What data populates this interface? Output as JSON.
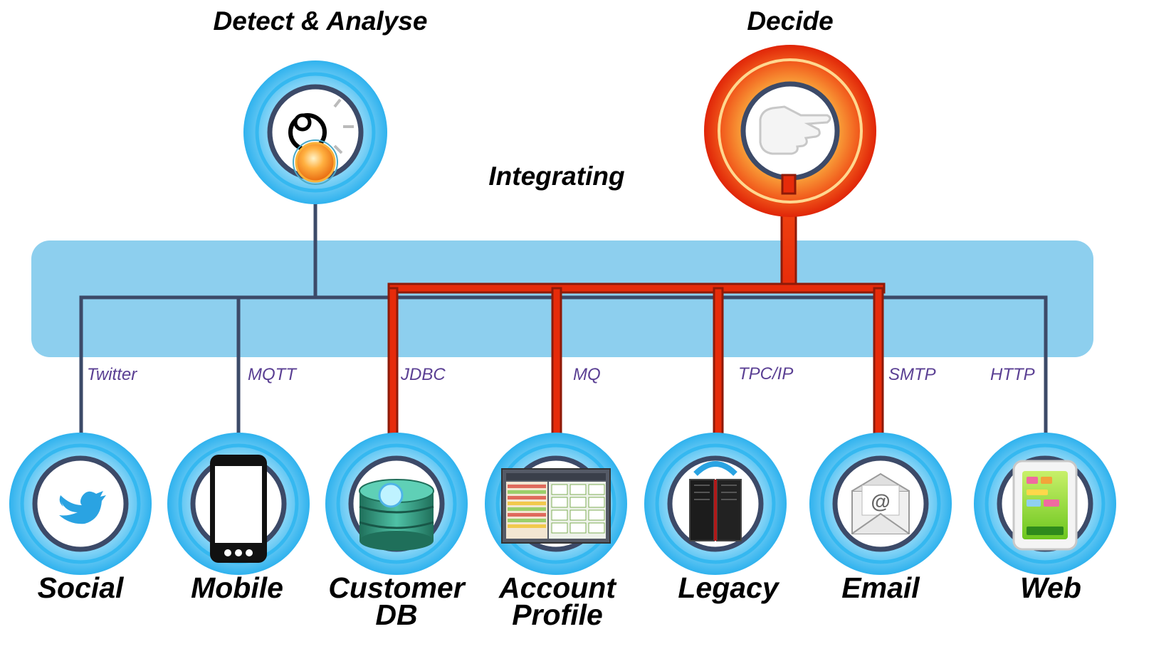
{
  "top_nodes": {
    "detect": {
      "label": "Detect & Analyse",
      "icon": "eye-lightbulb-icon"
    },
    "decide": {
      "label": "Decide",
      "icon": "pointing-hand-icon"
    }
  },
  "bus_label": "Integrating",
  "endpoints": [
    {
      "id": "social",
      "label_lines": [
        "Social"
      ],
      "protocol": "Twitter",
      "icon": "twitter-bird-icon",
      "route": "detect"
    },
    {
      "id": "mobile",
      "label_lines": [
        "Mobile"
      ],
      "protocol": "MQTT",
      "icon": "smartphone-icon",
      "route": "detect"
    },
    {
      "id": "customer-db",
      "label_lines": [
        "Customer",
        "DB"
      ],
      "protocol": "JDBC",
      "icon": "database-icon",
      "route": "decide"
    },
    {
      "id": "account-profile",
      "label_lines": [
        "Account",
        "Profile"
      ],
      "protocol": "MQ",
      "icon": "dashboard-screen-icon",
      "route": "decide"
    },
    {
      "id": "legacy",
      "label_lines": [
        "Legacy"
      ],
      "protocol": "TPC/IP",
      "icon": "mainframe-server-icon",
      "route": "decide"
    },
    {
      "id": "email",
      "label_lines": [
        "Email"
      ],
      "protocol": "SMTP",
      "icon": "envelope-at-icon",
      "route": "decide"
    },
    {
      "id": "web",
      "label_lines": [
        "Web"
      ],
      "protocol": "HTTP",
      "icon": "web-tablet-icon",
      "route": "detect"
    }
  ],
  "colors": {
    "ring_blue": "#35b8f0",
    "ring_blue_light": "#bfe9fb",
    "bus_blue": "#8dcfee",
    "connector_dark": "#3c4a68",
    "decide_red": "#e62b0a",
    "decide_orange": "#f9a23a",
    "decide_dark": "#8e1a08",
    "protocol_text": "#5a3f93"
  }
}
